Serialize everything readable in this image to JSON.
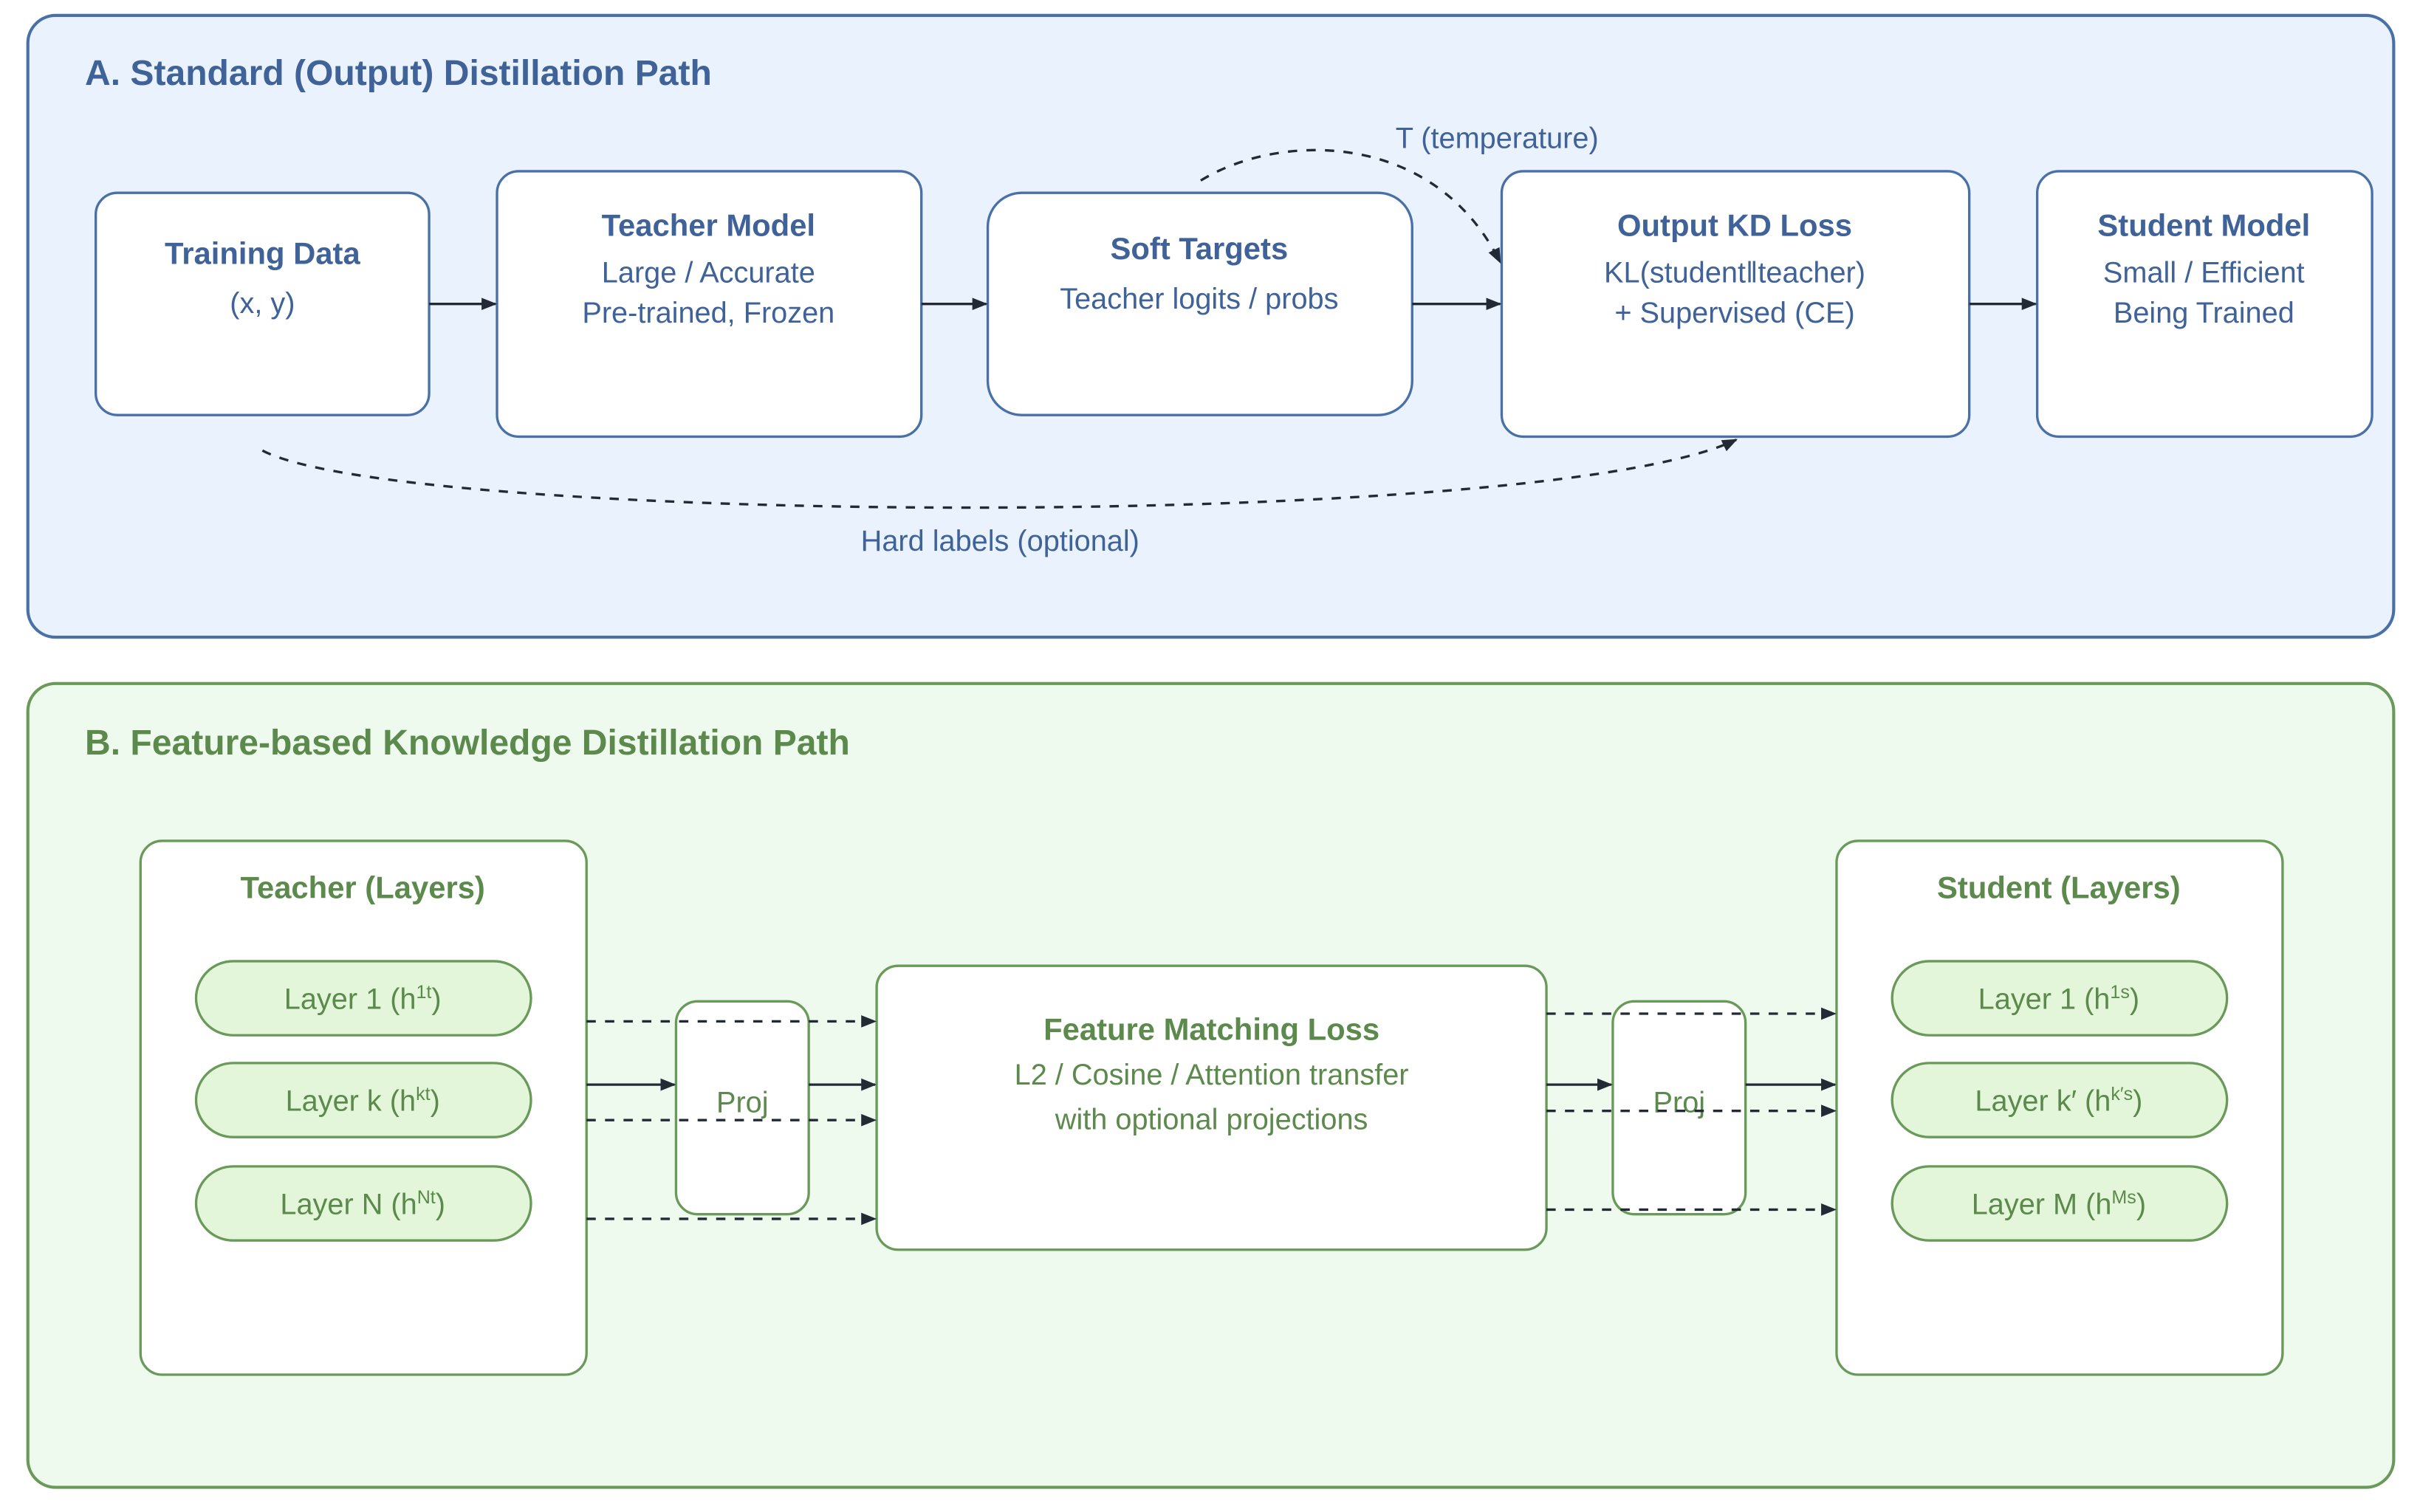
{
  "panel_a": {
    "title": "A. Standard (Output) Distillation Path",
    "boxes": [
      {
        "title": "Training Data",
        "lines": [
          "(x, y)"
        ]
      },
      {
        "title": "Teacher Model",
        "lines": [
          "Large / Accurate",
          "Pre-trained, Frozen"
        ]
      },
      {
        "title": "Soft Targets",
        "lines": [
          "Teacher logits / probs"
        ]
      },
      {
        "title": "Output KD Loss",
        "lines": [
          "KL(student‖teacher)",
          "+ Supervised (CE)"
        ]
      },
      {
        "title": "Student Model",
        "lines": [
          "Small / Efficient",
          "Being Trained"
        ]
      }
    ],
    "temperature_label": "T (temperature)",
    "hard_labels_label": "Hard labels (optional)"
  },
  "panel_b": {
    "title": "B. Feature-based Knowledge Distillation Path",
    "teacher": {
      "title": "Teacher (Layers)",
      "layers": [
        {
          "base": "Layer 1 (h",
          "sup": "1t",
          "end": ")"
        },
        {
          "base": "Layer k (h",
          "sup": "kt",
          "end": ")"
        },
        {
          "base": "Layer N (h",
          "sup": "Nt",
          "end": ")"
        }
      ]
    },
    "student": {
      "title": "Student (Layers)",
      "layers": [
        {
          "base": "Layer 1 (h",
          "sup": "1s",
          "end": ")"
        },
        {
          "base": "Layer k′ (h",
          "sup": "k′s",
          "end": ")"
        },
        {
          "base": "Layer M (h",
          "sup": "Ms",
          "end": ")"
        }
      ]
    },
    "proj_left": "Proj",
    "proj_right": "Proj",
    "loss": {
      "title": "Feature Matching Loss",
      "lines": [
        "L2 / Cosine / Attention transfer",
        "with optional projections"
      ]
    }
  }
}
